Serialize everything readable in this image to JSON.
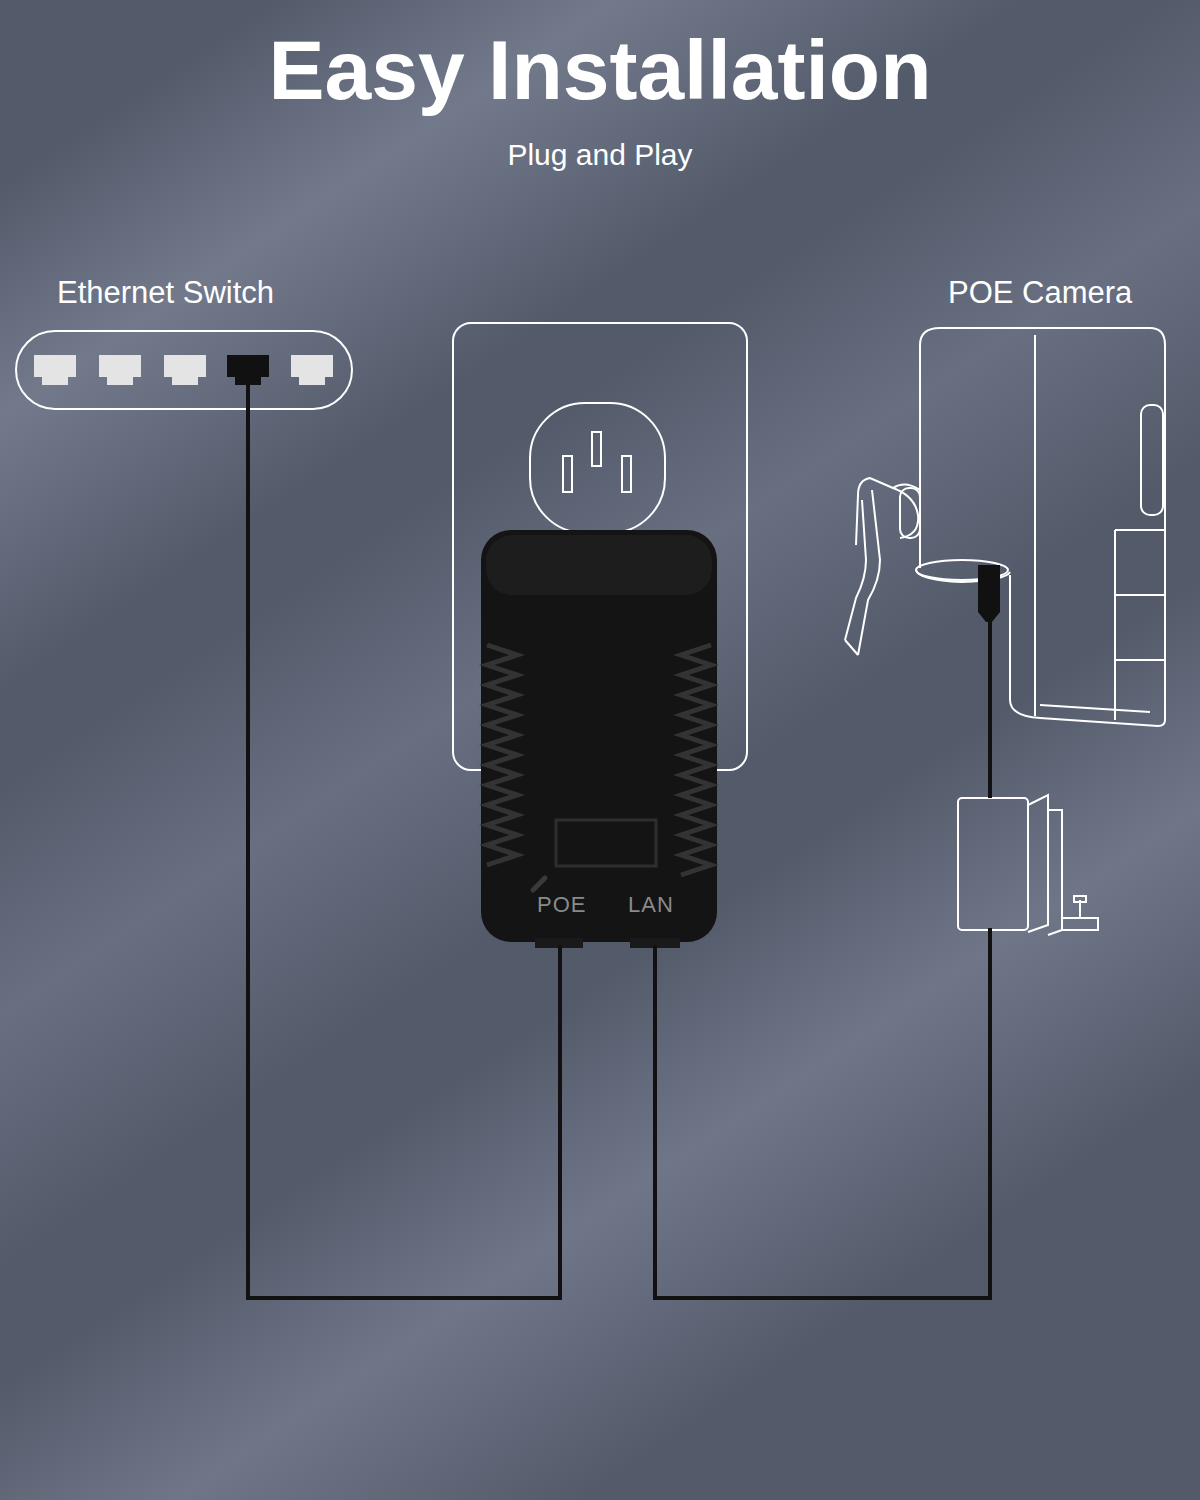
{
  "diagram": {
    "title": "Easy Installation",
    "caption": "Plug and Play",
    "nodes": [
      {
        "text": [
          "Ethernet Switch"
        ]
      },
      {
        "text": [
          "POE",
          "LAN"
        ]
      },
      {
        "text": [
          "POE Camera"
        ]
      }
    ],
    "edges": [
      {
        "from": 0,
        "to": 1,
        "arrow": "none"
      },
      {
        "from": 1,
        "to": 2,
        "arrow": "none"
      }
    ]
  }
}
